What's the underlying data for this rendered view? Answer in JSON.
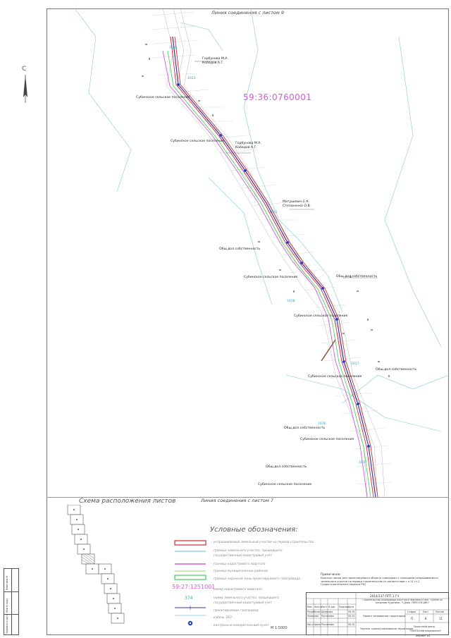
{
  "header": {
    "top_connection": "Линия соединения с листом 9",
    "bottom_connection": "Линия соединения с листом 7"
  },
  "map": {
    "cadastral_block": "59:36:0760001",
    "owners": [
      {
        "lines": [
          "Горбунова М.А.",
          "Кобадов А.Г."
        ]
      },
      {
        "lines": [
          "Горбунова М.А.",
          "Кобадов А.Г."
        ]
      },
      {
        "lines": [
          "Матушевич Е.К.",
          "Степаненко О.В."
        ]
      },
      {
        "lines": [
          "Общ.дол.собственность"
        ]
      },
      {
        "lines": [
          "Общ.дол.собственность"
        ]
      },
      {
        "lines": [
          "Общ.дол.собственность"
        ]
      },
      {
        "lines": [
          "Общ.дол.собственность"
        ]
      },
      {
        "lines": [
          "Общ.дол.собственность"
        ]
      }
    ],
    "settlements": [
      "Субинское сельское поселение",
      "Субинское сельское поселение",
      "Субинское сельское поселение",
      "Субинское сельское поселение",
      "Субинское сельское поселение",
      "Субинское сельское поселение",
      "Субинское сельское поселение"
    ],
    "plot_numbers": [
      "1623",
      "1623",
      "1622",
      "1618",
      "1617",
      "1616",
      "1617"
    ]
  },
  "scheme": {
    "title": "Схема расположения листов"
  },
  "legend": {
    "title": "Условные обозначения:",
    "items": [
      {
        "sample": "red-box",
        "text": "- испрашиваемый земельный участок на период строительства"
      },
      {
        "sample": "teal-line",
        "text": "- граница земельного участка, прошедшего"
      },
      {
        "sample": "none",
        "text": "государственный кадастровый учет"
      },
      {
        "sample": "magenta-line",
        "text": "- граница кадастрового квартала"
      },
      {
        "sample": "lightgreen-line",
        "text": "- граница муниципальных районов"
      },
      {
        "sample": "green-box",
        "text": "- граница охранной зоны проектируемого газопровода"
      },
      {
        "sample": "kad-text",
        "label": "59:27:1251001",
        "text": "- номер кадастрового квартала"
      },
      {
        "sample": "num-text",
        "label": "374",
        "text": "- номер земельного участка, прошедшего"
      },
      {
        "sample": "none",
        "text": "государственный кадастровый учет"
      },
      {
        "sample": "pipe-line",
        "text": "- проектируемый газопровод"
      },
      {
        "sample": "cable-line",
        "text": "- кабель ЭХЗ"
      },
      {
        "sample": "circle",
        "text": "- контрольно-измерительный пункт"
      }
    ]
  },
  "scale": "М 1:5000",
  "note": {
    "title": "Примечание:",
    "text": "Красные линии для проектируемого объекта совпадают с границами испрашиваемого земельного участка на период строительства (в соответствии с п.11 ст.1 Градостроительного кодекса РФ)"
  },
  "stamp": {
    "code": "2014/137-ППТ.1.ГЧ",
    "project": "Строительство газопровода попутного нефтяного газа \"Лунное за которным Куделини - Ч.Дома, ПНПО-ПК-АВО\"",
    "sheet_title": "Проект межевания территории",
    "drawing_title": "Чертеж границ межевания территории",
    "org_line1": "Проектный центр",
    "org_line2": "\"ПНИТИ-Нефтепромкомпл\"",
    "headers": [
      "Изм.",
      "Кол.уч",
      "Лист",
      "N док.",
      "Подпись",
      "Дата"
    ],
    "rows": [
      [
        "Разработал",
        "Денисова",
        "",
        "09.15"
      ],
      [
        "Проверил",
        "Распанова",
        "",
        "09.15"
      ],
      [
        "Нач.отдела",
        "Распанова",
        "",
        "09.15"
      ]
    ],
    "stage_headers": [
      "Стадия",
      "Лист",
      "Листов"
    ],
    "stage_values": [
      "П",
      "8",
      "11"
    ],
    "format": "Формат А3"
  },
  "side_stamp": [
    "Инв.N подл.",
    "Подпись и дата",
    "Взам.инв.N"
  ]
}
